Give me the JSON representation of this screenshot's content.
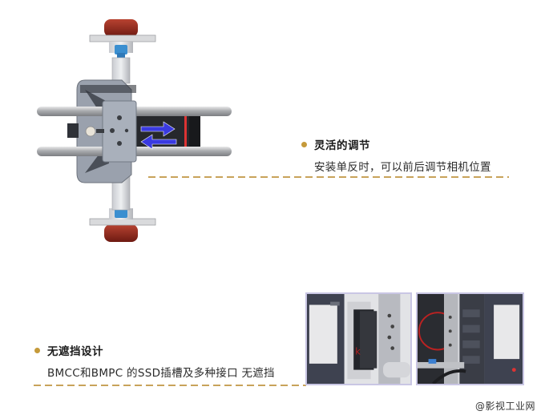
{
  "features": [
    {
      "title": "灵活的调节",
      "description": "安装单反时，可以前后调节相机位置"
    },
    {
      "title": "无遮挡设计",
      "description": "BMCC和BMPC 的SSD插槽及多种接口 无遮挡"
    }
  ],
  "watermark": "@影视工业网",
  "colors": {
    "bullet": "#c59a3a",
    "dash": "#c8a35a",
    "photo_border": "#c9c6e4",
    "arrow": "#3a3ae0",
    "knob_red": "#9a2a1e",
    "knob_blue": "#3b8fd0"
  },
  "images": {
    "product": "camera-cage-top-view-with-rods",
    "photo_left": "bmcc-ssd-slot-side-view",
    "photo_right": "bmcc-ports-side-view"
  }
}
